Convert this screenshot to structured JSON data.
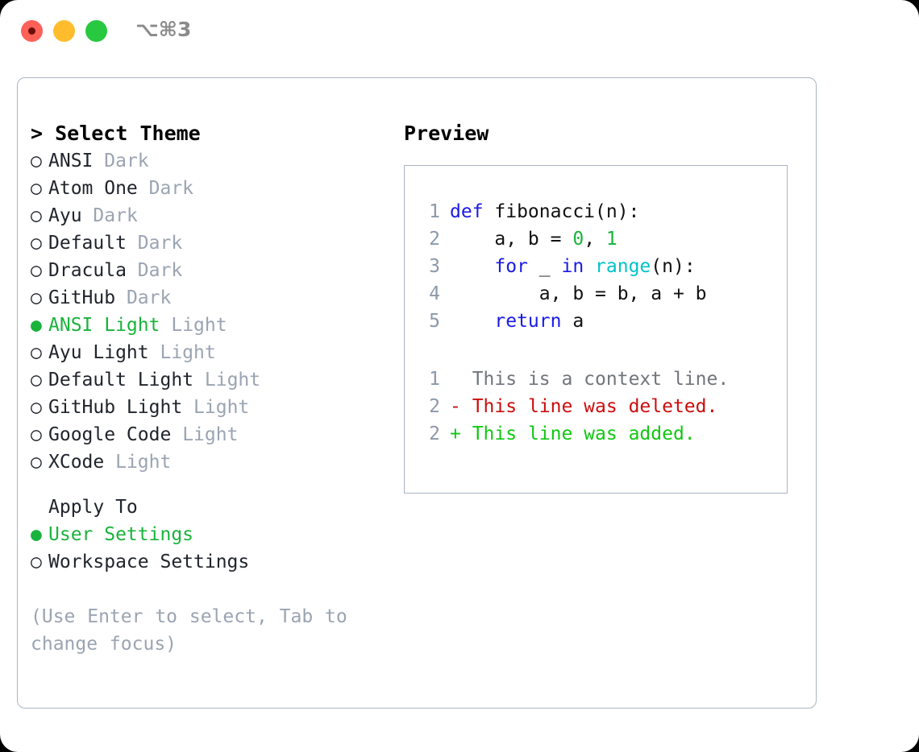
{
  "window": {
    "shortcut_label": "⌥⌘3",
    "traffic_lights": [
      "close",
      "minimize",
      "maximize"
    ],
    "colors": {
      "close": "#ff6058",
      "minimize": "#ffbd2e",
      "maximize": "#28c840",
      "accent_green": "#19b33c",
      "muted": "#9aa4b2",
      "border": "#aab4c2",
      "keyword_blue": "#1a1ae6",
      "function_cyan": "#00c3c7",
      "number_green": "#19b33c",
      "diff_delete_red": "#cc0d0d",
      "diff_add_green": "#11c711",
      "gutter": "#8b98a8"
    }
  },
  "theme_picker": {
    "heading": "> Select Theme",
    "bullet_selected": "●",
    "bullet_unselected": "○",
    "items": [
      {
        "name": "ANSI",
        "variant": "Dark",
        "selected": false
      },
      {
        "name": "Atom One",
        "variant": "Dark",
        "selected": false
      },
      {
        "name": "Ayu",
        "variant": "Dark",
        "selected": false
      },
      {
        "name": "Default",
        "variant": "Dark",
        "selected": false
      },
      {
        "name": "Dracula",
        "variant": "Dark",
        "selected": false
      },
      {
        "name": "GitHub",
        "variant": "Dark",
        "selected": false
      },
      {
        "name": "ANSI Light",
        "variant": "Light",
        "selected": true
      },
      {
        "name": "Ayu Light",
        "variant": "Light",
        "selected": false
      },
      {
        "name": "Default Light",
        "variant": "Light",
        "selected": false
      },
      {
        "name": "GitHub Light",
        "variant": "Light",
        "selected": false
      },
      {
        "name": "Google Code",
        "variant": "Light",
        "selected": false
      },
      {
        "name": "XCode",
        "variant": "Light",
        "selected": false
      }
    ]
  },
  "apply_to": {
    "label": "Apply To",
    "items": [
      {
        "name": "User Settings",
        "selected": true
      },
      {
        "name": "Workspace Settings",
        "selected": false
      }
    ]
  },
  "hint": "(Use Enter to select, Tab to change focus)",
  "preview": {
    "title": "Preview",
    "code_lines": [
      {
        "number": "1",
        "tokens": [
          {
            "text": "def",
            "type": "kw"
          },
          {
            "text": " fibonacci(n):",
            "type": "txt"
          }
        ]
      },
      {
        "number": "2",
        "tokens": [
          {
            "text": "    a, b = ",
            "type": "txt"
          },
          {
            "text": "0",
            "type": "num"
          },
          {
            "text": ", ",
            "type": "txt"
          },
          {
            "text": "1",
            "type": "num"
          }
        ]
      },
      {
        "number": "3",
        "tokens": [
          {
            "text": "    ",
            "type": "txt"
          },
          {
            "text": "for",
            "type": "kw"
          },
          {
            "text": " _ ",
            "type": "txt"
          },
          {
            "text": "in",
            "type": "kw"
          },
          {
            "text": " ",
            "type": "txt"
          },
          {
            "text": "range",
            "type": "fn"
          },
          {
            "text": "(n):",
            "type": "txt"
          }
        ]
      },
      {
        "number": "4",
        "tokens": [
          {
            "text": "        a, b = b, a + b",
            "type": "txt"
          }
        ]
      },
      {
        "number": "5",
        "tokens": [
          {
            "text": "    ",
            "type": "txt"
          },
          {
            "text": "return",
            "type": "kw"
          },
          {
            "text": " a",
            "type": "txt"
          }
        ]
      }
    ],
    "diff_lines": [
      {
        "number": "1",
        "marker": "  ",
        "text": "This is a context line.",
        "type": "ctx"
      },
      {
        "number": "2",
        "marker": "- ",
        "text": "This line was deleted.",
        "type": "del"
      },
      {
        "number": "2",
        "marker": "+ ",
        "text": "This line was added.",
        "type": "add"
      }
    ]
  }
}
